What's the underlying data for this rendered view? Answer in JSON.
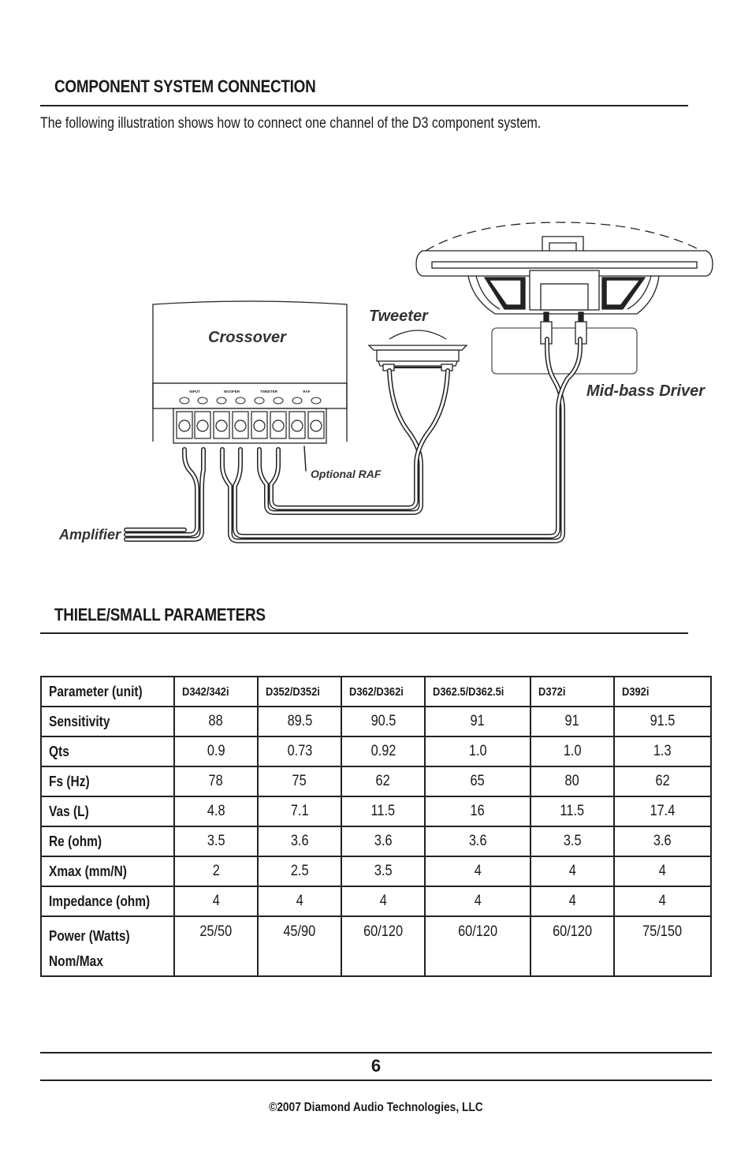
{
  "section1": {
    "title": "COMPONENT SYSTEM CONNECTION",
    "intro": "The following illustration shows how to connect one channel of the D3 component system."
  },
  "diagram": {
    "crossover_label": "Crossover",
    "tweeter_label": "Tweeter",
    "midbass_label": "Mid-bass Driver",
    "raf_label": "Optional RAF",
    "amplifier_label": "Amplifier",
    "terminal_groups": [
      "INPUT",
      "WOOFER",
      "TWEETER",
      "RAF"
    ]
  },
  "section2": {
    "title": "THIELE/SMALL PARAMETERS"
  },
  "table": {
    "header": [
      "Parameter (unit)",
      "D342/342i",
      "D352/D352i",
      "D362/D362i",
      "D362.5/D362.5i",
      "D372i",
      "D392i"
    ],
    "rows": [
      {
        "param": "Sensitivity",
        "values": [
          "88",
          "89.5",
          "90.5",
          "91",
          "91",
          "91.5"
        ]
      },
      {
        "param": "Qts",
        "values": [
          "0.9",
          "0.73",
          "0.92",
          "1.0",
          "1.0",
          "1.3"
        ]
      },
      {
        "param": "Fs (Hz)",
        "values": [
          "78",
          "75",
          "62",
          "65",
          "80",
          "62"
        ]
      },
      {
        "param": "Vas (L)",
        "values": [
          "4.8",
          "7.1",
          "11.5",
          "16",
          "11.5",
          "17.4"
        ]
      },
      {
        "param": "Re (ohm)",
        "values": [
          "3.5",
          "3.6",
          "3.6",
          "3.6",
          "3.5",
          "3.6"
        ]
      },
      {
        "param": "Xmax (mm/N)",
        "values": [
          "2",
          "2.5",
          "3.5",
          "4",
          "4",
          "4"
        ]
      },
      {
        "param": "Impedance (ohm)",
        "values": [
          "4",
          "4",
          "4",
          "4",
          "4",
          "4"
        ]
      },
      {
        "param": "Power (Watts)",
        "param2": "Nom/Max",
        "values": [
          "25/50",
          "45/90",
          "60/120",
          "60/120",
          "60/120",
          "75/150"
        ]
      }
    ]
  },
  "footer": {
    "page_number": "6",
    "copyright": "©2007 Diamond Audio Technologies, LLC"
  }
}
